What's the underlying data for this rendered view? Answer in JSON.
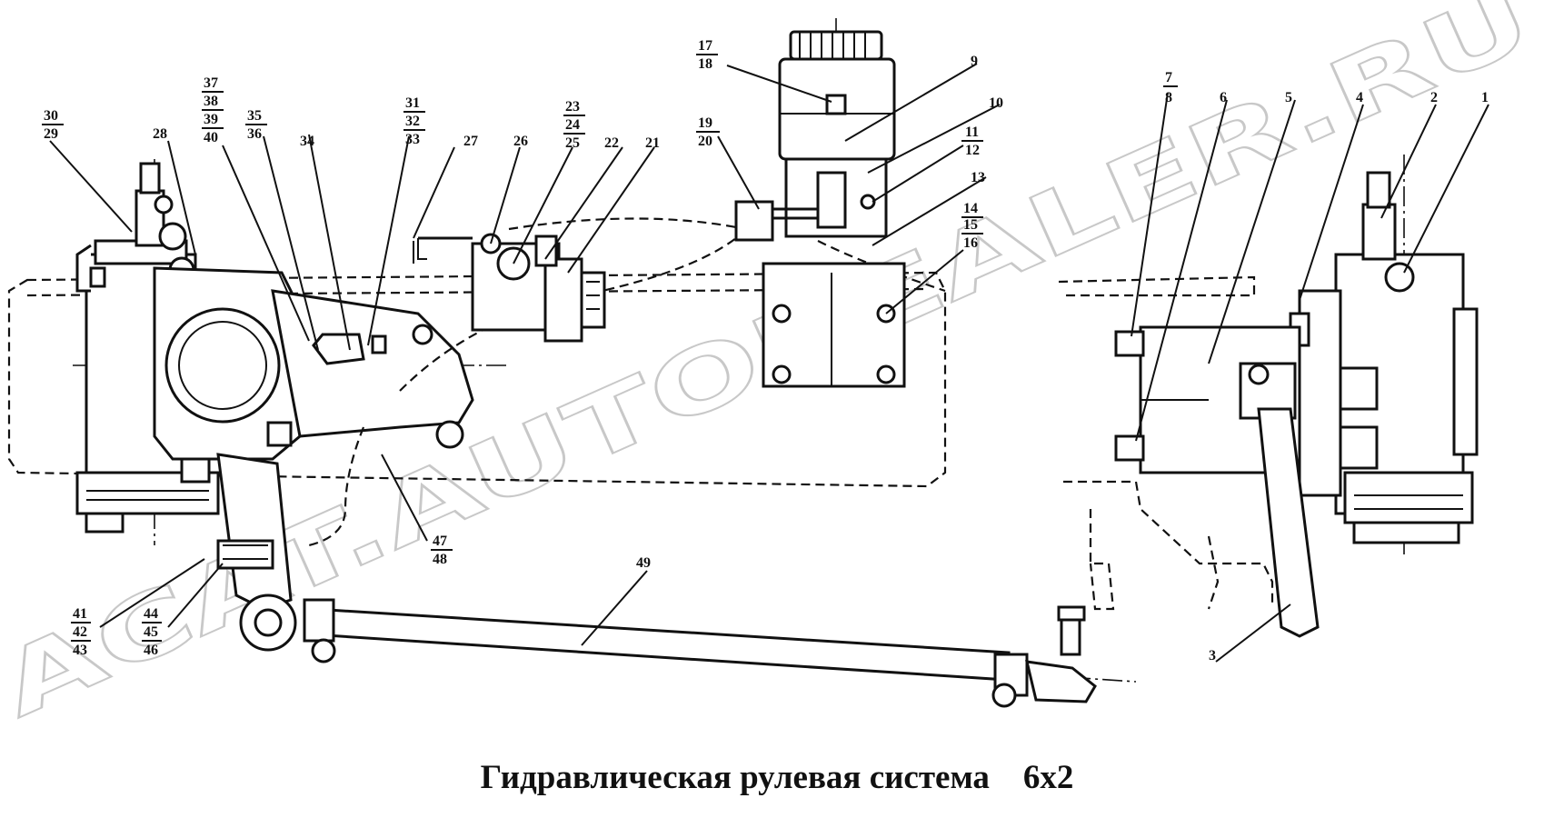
{
  "caption": "Гидравлическая рулевая система    6х2",
  "watermark": "ACAT.AUTODEALER.RU",
  "callouts": {
    "c1": "1",
    "c2": "2",
    "c3": "3",
    "c4": "4",
    "c5": "5",
    "c6": "6",
    "c7": "7",
    "c8": "8",
    "c9": "9",
    "c10": "10",
    "c11": "11",
    "c12": "12",
    "c13": "13",
    "c14": "14",
    "c15": "15",
    "c16": "16",
    "c17": "17",
    "c18": "18",
    "c19": "19",
    "c20": "20",
    "c21": "21",
    "c22": "22",
    "c23": "23",
    "c24": "24",
    "c25": "25",
    "c26": "26",
    "c27": "27",
    "c28": "28",
    "c29": "29",
    "c30": "30",
    "c31": "31",
    "c32": "32",
    "c33": "33",
    "c34": "34",
    "c35": "35",
    "c36": "36",
    "c37": "37",
    "c38": "38",
    "c39": "39",
    "c40": "40",
    "c41": "41",
    "c42": "42",
    "c43": "43",
    "c44": "44",
    "c45": "45",
    "c46": "46",
    "c47": "47",
    "c48": "48",
    "c49": "49"
  }
}
